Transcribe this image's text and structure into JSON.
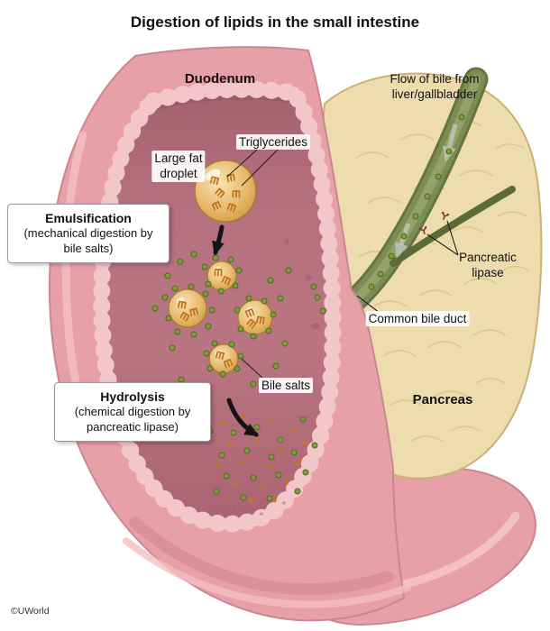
{
  "title": "Digestion of lipids in the small intestine",
  "labels": {
    "duodenum": "Duodenum",
    "bile_flow": "Flow of bile from\nliver/gallbladder",
    "large_fat_droplet": "Large fat\ndroplet",
    "triglycerides": "Triglycerides",
    "pancreatic_lipase": "Pancreatic\nlipase",
    "common_bile_duct": "Common bile duct",
    "bile_salts": "Bile salts",
    "pancreas": "Pancreas",
    "watermark": "©UWorld"
  },
  "callouts": {
    "emulsification": {
      "title": "Emulsification",
      "description": "(mechanical digestion by\nbile salts)"
    },
    "hydrolysis": {
      "title": "Hydrolysis",
      "description": "(chemical digestion by\npancreatic lipase)"
    }
  },
  "colors": {
    "duodenum_wall": "#e8a0a7",
    "duodenum_rim": "#f3c6ca",
    "lumen": "#b5707e",
    "pancreas": "#ecdcae",
    "bile_duct_green": "#7b8a52",
    "bile_salt_green": "#7f9c3a",
    "triglyceride_orange": "#bf7318",
    "fat_droplet_tan": "#e0af5c"
  }
}
